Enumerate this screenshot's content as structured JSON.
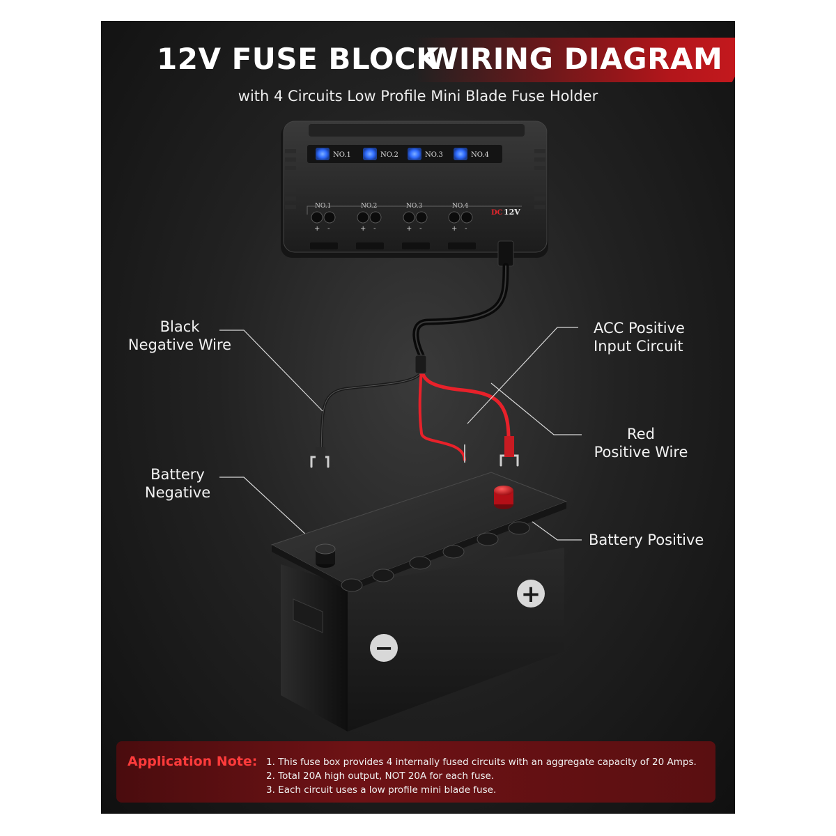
{
  "header": {
    "title_left": "12V FUSE BLOCK",
    "title_right": "WIRING DIAGRAM",
    "subtitle": "with 4 Circuits Low Profile Mini Blade Fuse Holder"
  },
  "fuse_block": {
    "led_labels": [
      "NO.1",
      "NO.2",
      "NO.3",
      "NO.4"
    ],
    "port_labels": [
      "NO.1",
      "NO.2",
      "NO.3",
      "NO.4"
    ],
    "terminal_plus": "+",
    "terminal_minus": "-",
    "voltage_prefix": "DC",
    "voltage": "12V",
    "led_color": "#2f7bff"
  },
  "callouts": {
    "black_wire": "Black\nNegative Wire",
    "acc_input": "ACC Positive\nInput Circuit",
    "red_wire": "Red\nPositive Wire",
    "battery_negative": "Battery\nNegative",
    "battery_positive": "Battery Positive"
  },
  "battery": {
    "plus_symbol": "+",
    "minus_symbol": "−",
    "positive_terminal_color": "#d8121c"
  },
  "note": {
    "label": "Application Note:",
    "items": [
      "1. This fuse box provides 4 internally fused circuits with an aggregate capacity of 20 Amps.",
      "2. Total 20A high output, NOT 20A for each fuse.",
      "3. Each circuit uses a low profile mini blade fuse."
    ]
  },
  "colors": {
    "accent_red": "#c8191e",
    "note_label": "#ff3b3b",
    "wire_red": "#e8212a"
  }
}
